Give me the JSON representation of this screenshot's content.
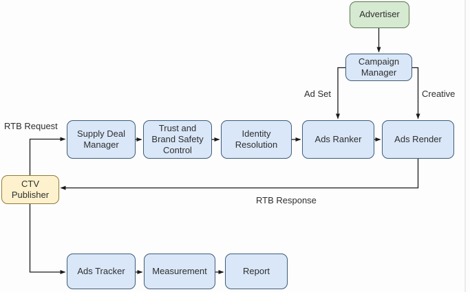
{
  "diagram": {
    "nodes": {
      "advertiser": {
        "label": "Advertiser",
        "variant": "green"
      },
      "campaign_manager": {
        "label": "Campaign Manager",
        "variant": "blue"
      },
      "supply_deal_manager": {
        "label": "Supply Deal Manager",
        "variant": "blue"
      },
      "trust_brand_safety": {
        "label": "Trust and Brand Safety Control",
        "variant": "blue"
      },
      "identity_resolution": {
        "label": "Identity Resolution",
        "variant": "blue"
      },
      "ads_ranker": {
        "label": "Ads Ranker",
        "variant": "blue"
      },
      "ads_render": {
        "label": "Ads Render",
        "variant": "blue"
      },
      "ctv_publisher": {
        "label": "CTV Publisher",
        "variant": "yellow"
      },
      "ads_tracker": {
        "label": "Ads Tracker",
        "variant": "blue"
      },
      "measurement": {
        "label": "Measurement",
        "variant": "blue"
      },
      "report": {
        "label": "Report",
        "variant": "blue"
      }
    },
    "edge_labels": {
      "rtb_request": "RTB Request",
      "ad_set": "Ad Set",
      "creative": "Creative",
      "rtb_response": "RTB Response"
    },
    "edges": [
      "advertiser -> campaign_manager",
      "campaign_manager -> ads_ranker (Ad Set)",
      "campaign_manager -> ads_render (Creative)",
      "ctv_publisher -> supply_deal_manager (RTB Request)",
      "supply_deal_manager -> trust_brand_safety",
      "trust_brand_safety -> identity_resolution",
      "identity_resolution -> ads_ranker",
      "ads_ranker -> ads_render",
      "ads_render -> ctv_publisher (RTB Response)",
      "ctv_publisher -> ads_tracker",
      "ads_tracker -> measurement",
      "measurement -> report"
    ],
    "palette": {
      "blue-fill": "#d9e7f8",
      "blue-stroke": "#3d5a75",
      "green-fill": "#d6e9d1",
      "green-stroke": "#59784d",
      "yellow-fill": "#fdf2cd",
      "yellow-stroke": "#8f7a35",
      "line": "#1a1a1a",
      "text": "#2e2e2e",
      "bg": "#fdfdfd"
    }
  }
}
